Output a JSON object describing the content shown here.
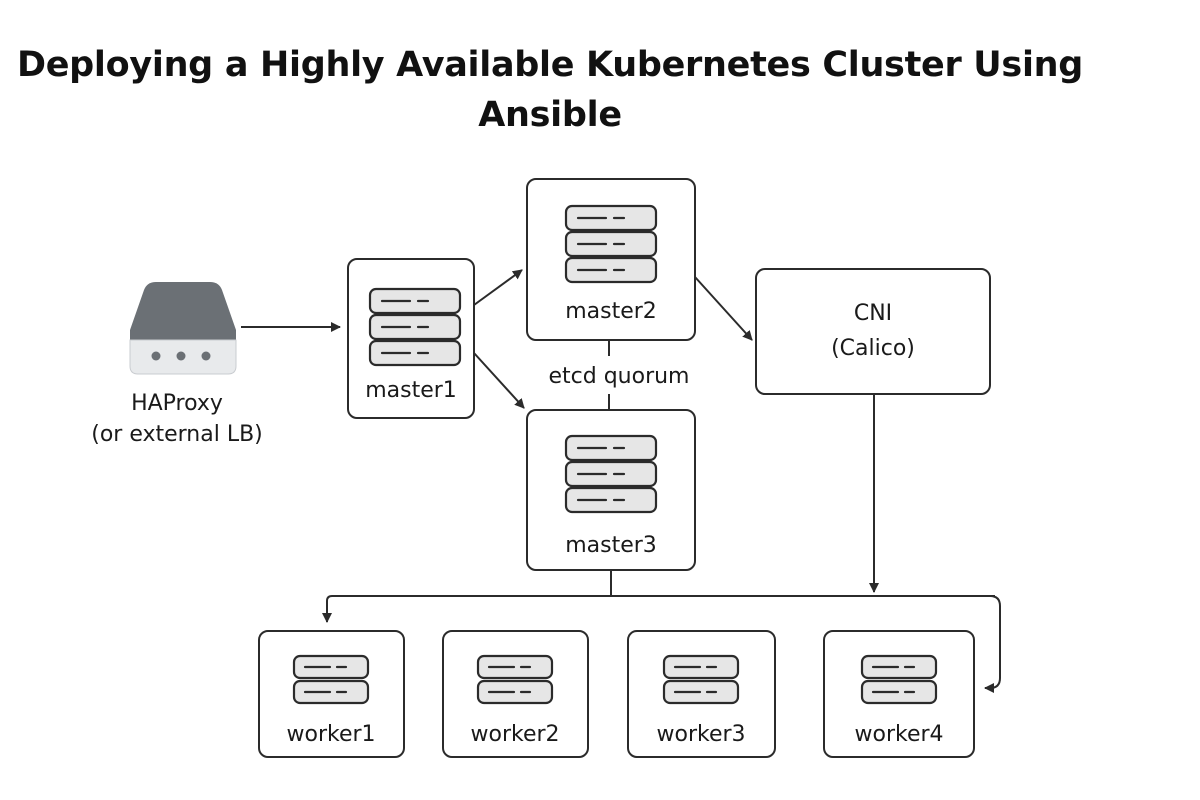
{
  "title": "Deploying a Highly Available Kubernetes Cluster Using Ansible",
  "nodes": {
    "lb": {
      "name": "HAProxy",
      "subtitle": "(or external LB)"
    },
    "master1": {
      "label": "master1"
    },
    "master2": {
      "label": "master2"
    },
    "master3": {
      "label": "master3"
    },
    "cni": {
      "name": "CNI",
      "detail": "(Calico)"
    },
    "worker1": {
      "label": "worker1"
    },
    "worker2": {
      "label": "worker2"
    },
    "worker3": {
      "label": "worker3"
    },
    "worker4": {
      "label": "worker4"
    }
  },
  "annotations": {
    "etcd_quorum": "etcd quorum"
  },
  "icons": {
    "load_balancer": "load-balancer-icon",
    "server": "server-icon"
  },
  "colors": {
    "stroke": "#2b2b2b",
    "server_fill": "#e6e6e6",
    "lb_body": "#6b7075",
    "lb_base": "#e8eaec"
  }
}
